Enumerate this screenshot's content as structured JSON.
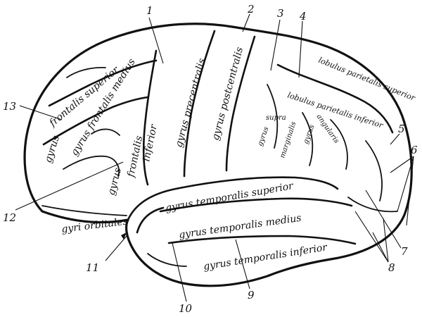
{
  "gyri": {
    "frontalis_superior": "frontalis superior",
    "gyrus_fs": "gyrus",
    "frontalis_medius": "gyrus frontalis medius",
    "frontalis_inferior_a": "gyrus",
    "frontalis_inferior_b": "frontalis",
    "frontalis_inferior_c": "inferior",
    "precentralis": "gyrus precentralis",
    "postcentralis": "gyrus postcentralis",
    "lobulus_sup": "lobulus parietalis superior",
    "lobulus_inf": "lobulus parietalis inferior",
    "supramarginalis_a": "gyrus",
    "supramarginalis_b": "supra",
    "supramarginalis_c": "marginalis",
    "angularis_a": "gyrus",
    "angularis_b": "angularis",
    "temp_sup": "gyrus temporalis superior",
    "temp_med": "gyrus temporalis medius",
    "temp_inf": "gyrus temporalis inferior",
    "orbitales": "gyri orbitales"
  },
  "numbers": {
    "n1": "1",
    "n2": "2",
    "n3": "3",
    "n4": "4",
    "n5": "5",
    "n6": "6",
    "n7": "7",
    "n8": "8",
    "n9": "9",
    "n10": "10",
    "n11": "11",
    "n12": "12",
    "n13": "13"
  }
}
